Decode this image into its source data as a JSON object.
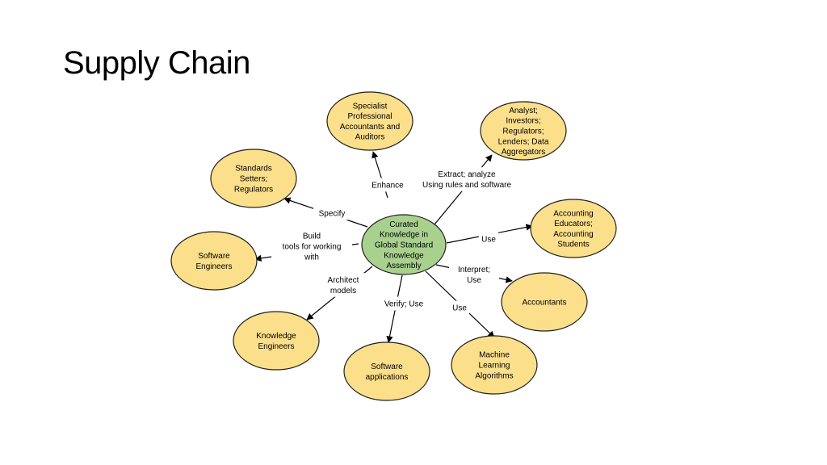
{
  "slide": {
    "title": "Supply Chain"
  },
  "colors": {
    "node_fill": "#fbdf8b",
    "center_fill": "#a9d18e",
    "stroke": "#1f1f1f"
  },
  "center": {
    "lines": [
      "Curated",
      "Knowledge in",
      "Global Standard",
      "Knowledge",
      "Assembly"
    ]
  },
  "nodes": [
    {
      "id": "specialist",
      "lines": [
        "Specialist",
        "Professional",
        "Accountants and",
        "Auditors"
      ]
    },
    {
      "id": "analyst",
      "lines": [
        "Analyst;",
        "Investors;",
        "Regulators;",
        "Lenders; Data",
        "Aggregators"
      ]
    },
    {
      "id": "standards",
      "lines": [
        "Standards",
        "Setters;",
        "Regulators"
      ]
    },
    {
      "id": "educators",
      "lines": [
        "Accounting",
        "Educators;",
        "Accounting",
        "Students"
      ]
    },
    {
      "id": "software-engineers",
      "lines": [
        "Software",
        "Engineers"
      ]
    },
    {
      "id": "accountants",
      "lines": [
        "Accountants"
      ]
    },
    {
      "id": "knowledge-engineers",
      "lines": [
        "Knowledge",
        "Engineers"
      ]
    },
    {
      "id": "software-apps",
      "lines": [
        "Software",
        "applications"
      ]
    },
    {
      "id": "ml",
      "lines": [
        "Machine",
        "Learning",
        "Algorithms"
      ]
    }
  ],
  "edges": [
    {
      "id": "enhance",
      "lines": [
        "Enhance"
      ]
    },
    {
      "id": "extract",
      "lines": [
        "Extract; analyze",
        "Using rules and software"
      ]
    },
    {
      "id": "specify",
      "lines": [
        "Specify"
      ]
    },
    {
      "id": "use-educators",
      "lines": [
        "Use"
      ]
    },
    {
      "id": "build",
      "lines": [
        "Build",
        "tools for working",
        "with"
      ]
    },
    {
      "id": "interpret",
      "lines": [
        "Interpret;",
        "Use"
      ]
    },
    {
      "id": "architect",
      "lines": [
        "Architect",
        "models"
      ]
    },
    {
      "id": "verify",
      "lines": [
        "Verify; Use"
      ]
    },
    {
      "id": "use-ml",
      "lines": [
        "Use"
      ]
    }
  ]
}
